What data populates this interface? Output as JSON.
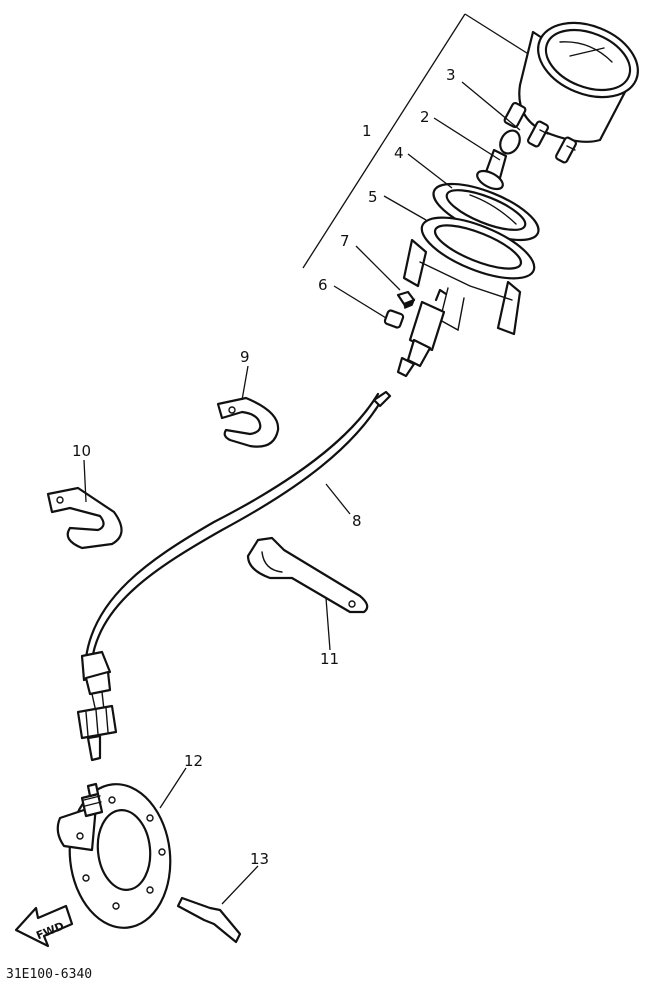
{
  "callouts": [
    {
      "id": "1",
      "label": "1"
    },
    {
      "id": "2",
      "label": "2"
    },
    {
      "id": "3",
      "label": "3"
    },
    {
      "id": "4",
      "label": "4"
    },
    {
      "id": "5",
      "label": "5"
    },
    {
      "id": "6",
      "label": "6"
    },
    {
      "id": "7",
      "label": "7"
    },
    {
      "id": "8",
      "label": "8"
    },
    {
      "id": "9",
      "label": "9"
    },
    {
      "id": "10",
      "label": "10"
    },
    {
      "id": "11",
      "label": "11"
    },
    {
      "id": "12",
      "label": "12"
    },
    {
      "id": "13",
      "label": "13"
    }
  ],
  "direction_label": "FWD",
  "diagram_code": "31E100-6340"
}
